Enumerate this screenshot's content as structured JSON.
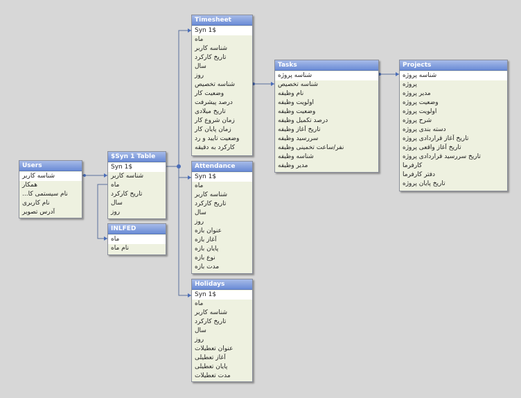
{
  "colors": {
    "background": "#d7d7d7",
    "title_bar": "#6a8bd6",
    "row": "#eef1e0",
    "link": "#5a6f9c"
  },
  "tables": [
    {
      "id": "users",
      "title": "Users",
      "fields": [
        "شناسه کاربر",
        "همکار",
        "نام سیستمی کا...",
        "نام کاربری",
        "آدرس تصویر"
      ]
    },
    {
      "id": "syn1",
      "title": "$Syn 1 Table",
      "fields": [
        "$Syn 1",
        "شناسه کاربر",
        "ماه",
        "تاریخ کارکرد",
        "سال",
        "روز"
      ]
    },
    {
      "id": "inlfed",
      "title": "INLFED",
      "fields": [
        "ماه",
        "نام ماه"
      ]
    },
    {
      "id": "timesheet",
      "title": "Timesheet",
      "fields": [
        "$Syn 1",
        "ماه",
        "شناسه کاربر",
        "تاریخ کارکرد",
        "سال",
        "روز",
        "شناسه تخصیص",
        "وضعیت کار",
        "درصد پیشرفت",
        "تاریخ میلادی",
        "زمان شروع کار",
        "زمان پایان کار",
        "وضعیت تایید و رد",
        "کارکرد به دقیقه"
      ]
    },
    {
      "id": "attendance",
      "title": "Attendance",
      "fields": [
        "$Syn 1",
        "ماه",
        "شناسه کاربر",
        "تاریخ کارکرد",
        "سال",
        "روز",
        "عنوان بازه",
        "آغاز بازه",
        "پایان بازه",
        "نوع بازه",
        "مدت بازه"
      ]
    },
    {
      "id": "holidays",
      "title": "Holidays",
      "fields": [
        "$Syn 1",
        "ماه",
        "شناسه کاربر",
        "تاریخ کارکرد",
        "سال",
        "روز",
        "عنوان تعطیلات",
        "آغاز تعطیلی",
        "پایان تعطیلی",
        "مدت تعطیلات"
      ]
    },
    {
      "id": "tasks",
      "title": "Tasks",
      "fields": [
        "شناسه پروژه",
        "شناسه تخصیص",
        "نام وظیفه",
        "اولویت وظیفه",
        "وضعیت وظیفه",
        "درصد تکمیل وظیفه",
        "تاریخ آغاز وظیفه",
        "سررسید وظیفه",
        "نفر/ساعت تخمینی وظیفه",
        "شناسه وظیفه",
        "مدیر وظیفه"
      ]
    },
    {
      "id": "projects",
      "title": "Projects",
      "fields": [
        "شناسه پروژه",
        "پروژه",
        "مدیر پروژه",
        "وضعیت پروژه",
        "اولویت پروژه",
        "شرح پروژه",
        "دسته بندی پروژه",
        "تاریخ آغاز قراردادی پروژه",
        "تاریخ آغاز واقعی پروژه",
        "تاریخ سررسید قراردادی پروژه",
        "کارفرما",
        "دفتر کارفرما",
        "تاریخ پایان پروژه"
      ]
    }
  ]
}
